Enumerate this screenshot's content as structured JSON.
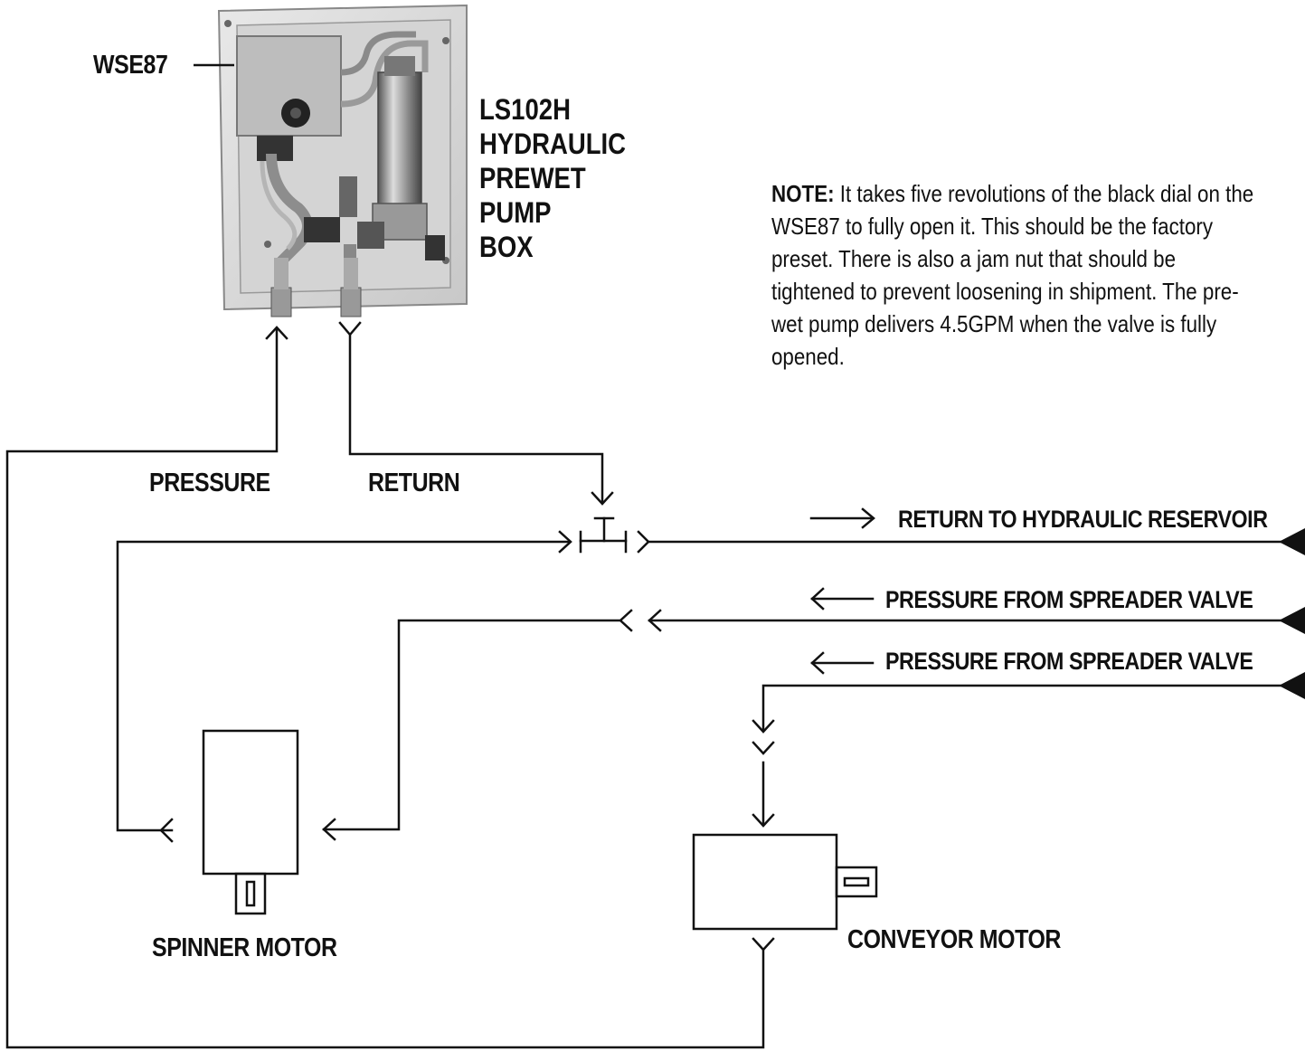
{
  "labels": {
    "valve": "WSE87",
    "box_title": [
      "LS102H",
      "HYDRAULIC",
      "PREWET",
      "PUMP",
      "BOX"
    ],
    "pressure": "PRESSURE",
    "return": "RETURN",
    "return_reservoir": "RETURN TO HYDRAULIC RESERVOIR",
    "pressure_spreader_1": "PRESSURE FROM SPREADER VALVE",
    "pressure_spreader_2": "PRESSURE FROM SPREADER VALVE",
    "spinner_motor": "SPINNER MOTOR",
    "conveyor_motor": "CONVEYOR MOTOR"
  },
  "note": {
    "prefix": "NOTE:",
    "text": "It takes five revolutions of the black dial on the WSE87 to fully open it. This should be the factory preset. There is also a jam nut that should be tightened to prevent loosening in shipment. The pre-wet pump delivers 4.5GPM when the valve is fully opened."
  }
}
